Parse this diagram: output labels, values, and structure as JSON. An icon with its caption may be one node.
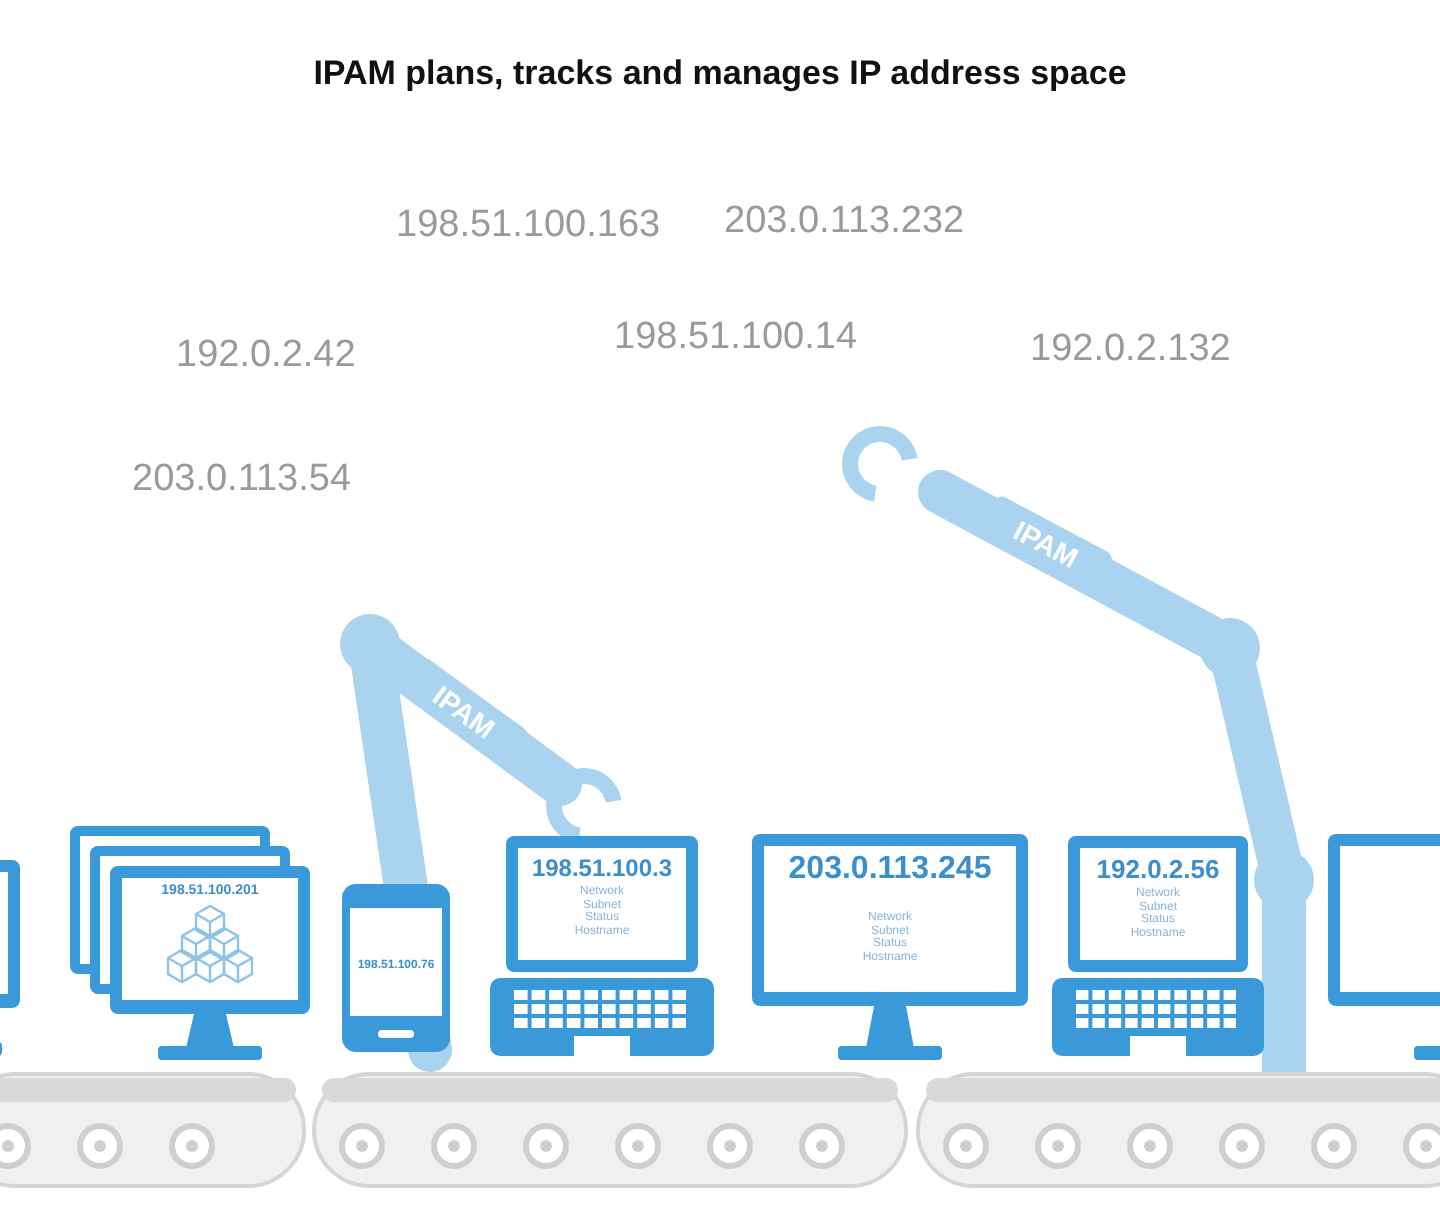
{
  "diagram": {
    "title": "IPAM plans, tracks and manages IP address space",
    "nodes": [
      {
        "text": [
          "IPAM"
        ]
      },
      {
        "text": [
          "IPAM"
        ]
      },
      {
        "text": [],
        "shape": "picture"
      },
      {
        "text": [
          "198.51.100.201"
        ]
      },
      {
        "text": [
          "198.51.100.76"
        ]
      },
      {
        "text": [
          "198.51.100.3",
          "Network Subnet Status Hostname"
        ]
      },
      {
        "text": [
          "203.0.113.245",
          "Network Subnet Status Hostname"
        ]
      },
      {
        "text": [
          "192.0.2.56",
          "Network Subnet Status Hostname"
        ]
      },
      {
        "text": [],
        "shape": "picture"
      }
    ],
    "edges": [],
    "labels": [
      "198.51.100.163",
      "203.0.113.232",
      "192.0.2.42",
      "198.51.100.14",
      "192.0.2.132",
      "203.0.113.54"
    ]
  }
}
